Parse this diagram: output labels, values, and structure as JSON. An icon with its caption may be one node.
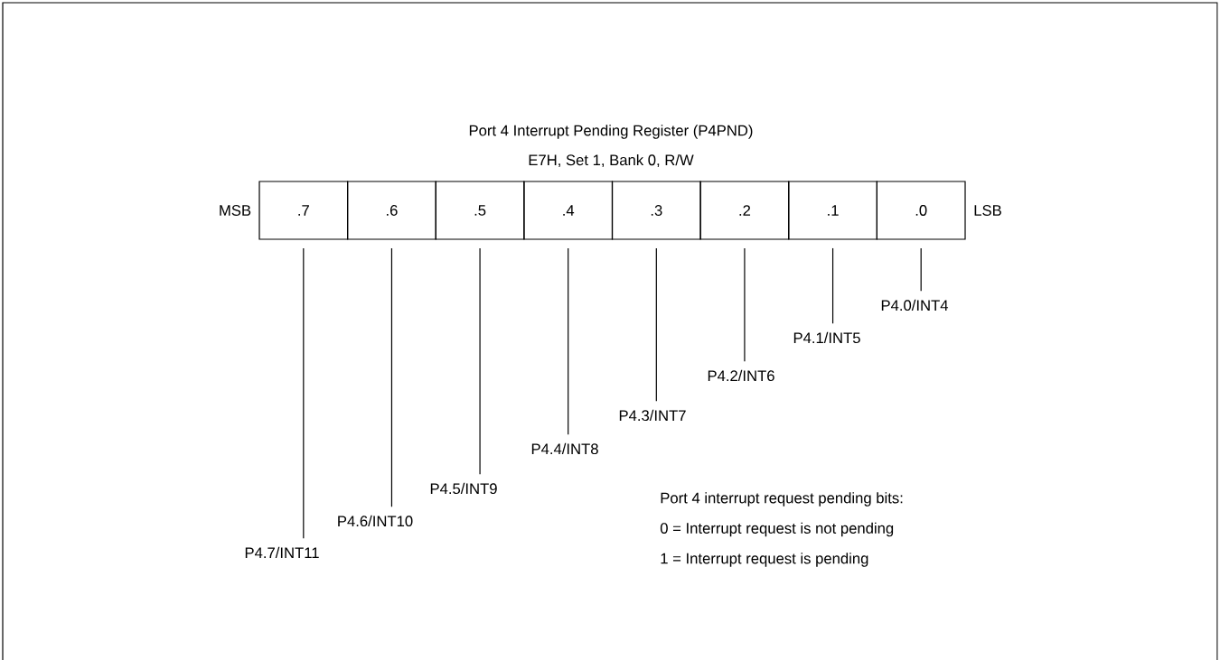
{
  "diagram": {
    "title": "Port 4 Interrupt Pending Register (P4PND)",
    "nodes": [
      {
        "text": [
          ".7"
        ]
      },
      {
        "text": [
          ".6"
        ]
      },
      {
        "text": [
          ".5"
        ]
      },
      {
        "text": [
          ".4"
        ]
      },
      {
        "text": [
          ".3"
        ]
      },
      {
        "text": [
          ".2"
        ]
      },
      {
        "text": [
          ".1"
        ]
      },
      {
        "text": [
          ".0"
        ]
      },
      {
        "text": [
          "P4.7/INT11"
        ]
      },
      {
        "text": [
          "P4.6/INT10"
        ]
      },
      {
        "text": [
          "P4.5/INT9"
        ]
      },
      {
        "text": [
          "P4.4/INT8"
        ]
      },
      {
        "text": [
          "P4.3/INT7"
        ]
      },
      {
        "text": [
          "P4.2/INT6"
        ]
      },
      {
        "text": [
          "P4.1/INT5"
        ]
      },
      {
        "text": [
          "P4.0/INT4"
        ]
      }
    ],
    "edges": [
      {
        "from": 8,
        "to": 0,
        "arrow": "none"
      },
      {
        "from": 9,
        "to": 1,
        "arrow": "none"
      },
      {
        "from": 10,
        "to": 2,
        "arrow": "none"
      },
      {
        "from": 11,
        "to": 3,
        "arrow": "none"
      },
      {
        "from": 12,
        "to": 4,
        "arrow": "none"
      },
      {
        "from": 13,
        "to": 5,
        "arrow": "none"
      },
      {
        "from": 14,
        "to": 6,
        "arrow": "none"
      },
      {
        "from": 15,
        "to": 7,
        "arrow": "none"
      }
    ],
    "labels": [
      "E7H, Set 1, Bank 0, R/W",
      "MSB",
      "LSB",
      "Port 4 interrupt request pending bits:",
      "0 = Interrupt request is not pending",
      "1 = Interrupt request is pending"
    ]
  }
}
